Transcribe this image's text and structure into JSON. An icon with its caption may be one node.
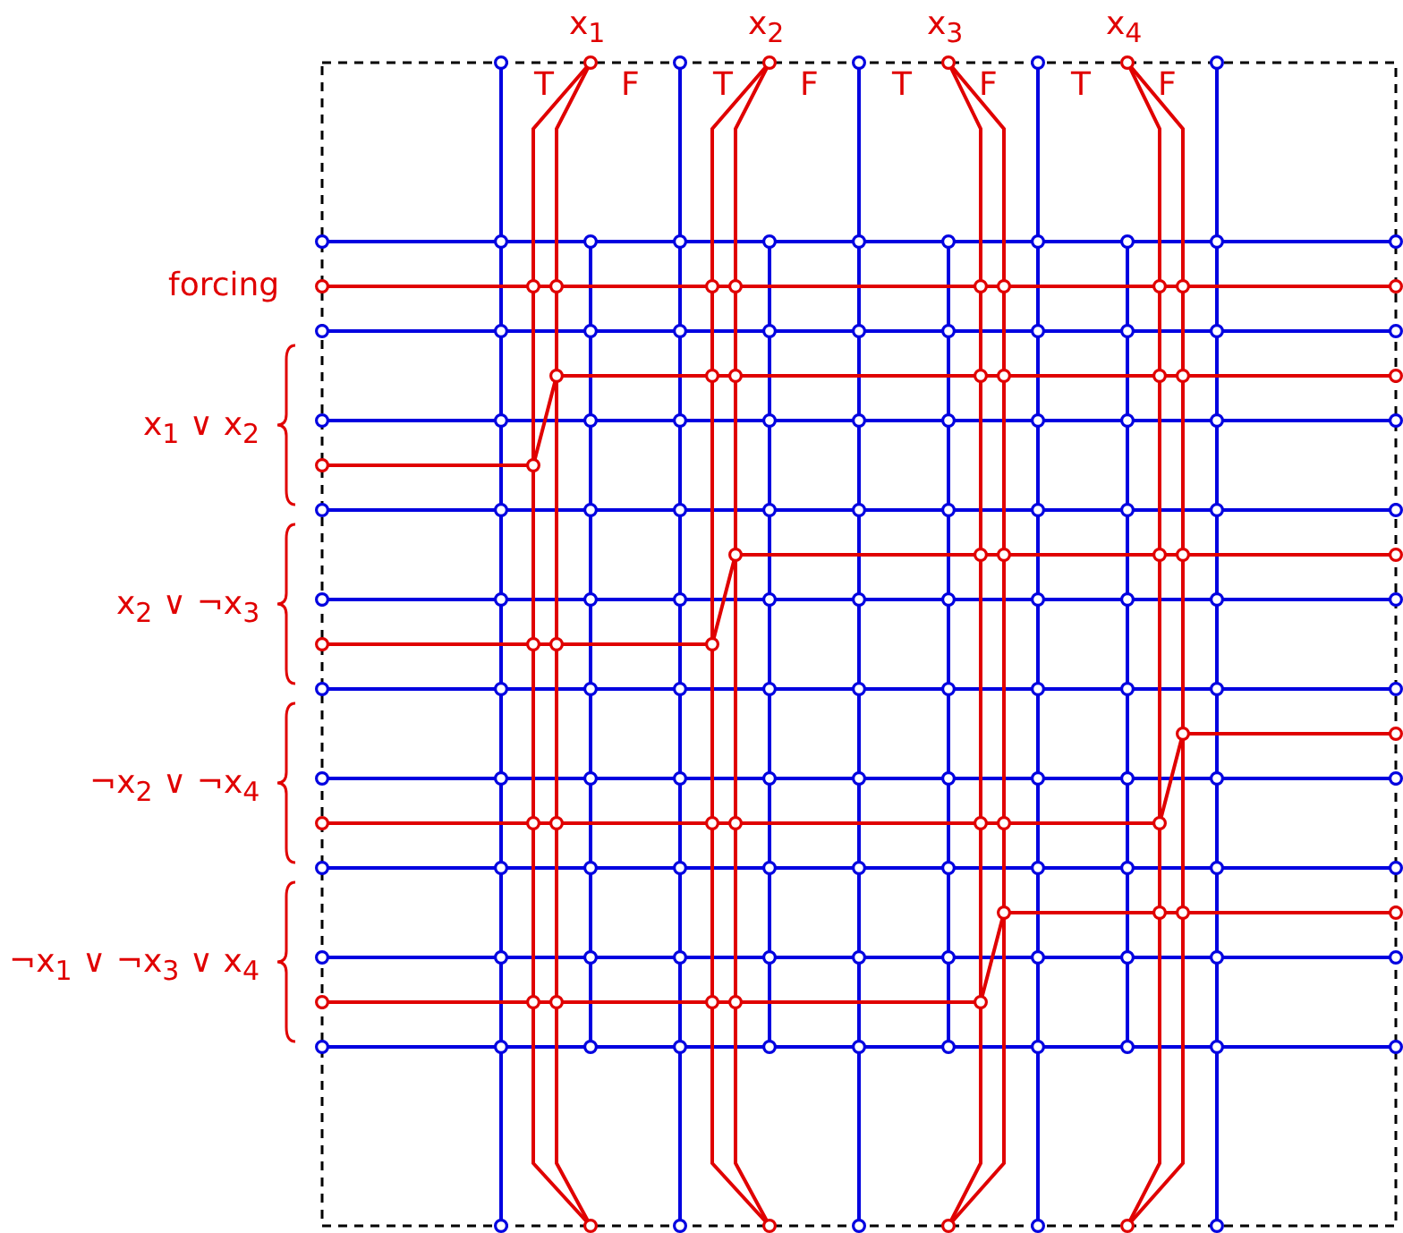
{
  "diagram": {
    "labels": [
      "x$_{1}$",
      "x$_{2}$",
      "x$_{3}$",
      "x$_{4}$",
      "T",
      "F",
      "T",
      "F",
      "T",
      "F",
      "T",
      "F",
      "forcing",
      "x$_{1}$ ∨ x$_{2}$",
      "x$_{2}$ ∨ ¬x$_{3}$",
      "¬x$_{2}$ ∨ ¬x$_{4}$",
      "¬x$_{1}$ ∨ ¬x$_{3}$ ∨ x$_{4}$"
    ]
  }
}
